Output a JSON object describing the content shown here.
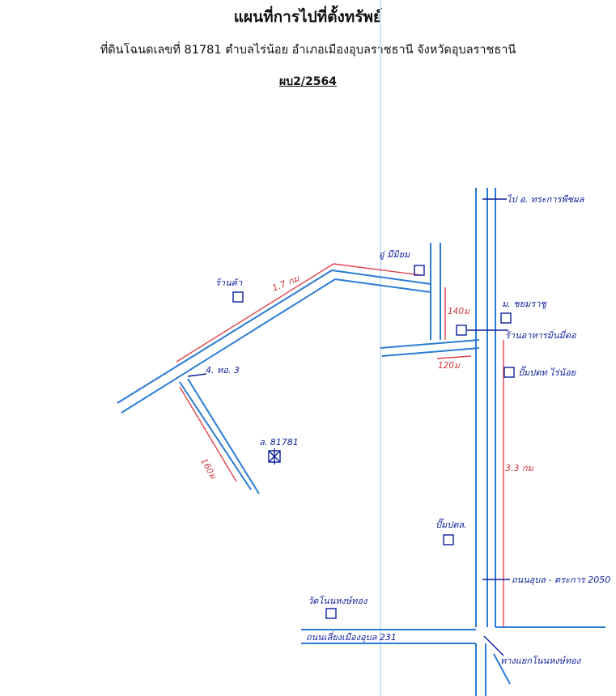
{
  "header": {
    "title": "แผนที่การไปที่ตั้งทรัพย์",
    "subtitle": "ที่ดินโฉนดเลขที่ 81781 ตำบลไร่น้อย อำเภอเมืองอุบลราชธานี จังหวัดอุบลราชธานี",
    "code": "ผบ2/2564"
  },
  "labels": {
    "mail_office": "ไป อ. ทระการพืชผล",
    "village": "อู่ มีมิยม",
    "shop_left": "ร้านค้า",
    "dist_top": "1.7 กม",
    "dist_140": "140ม",
    "dist_120": "120ม",
    "dist_160": "160ม",
    "dist_long": "3.3 กม",
    "house": "ม. ชยมราชู",
    "restaurant": "ร้านอาหารมิ่นมี่ดอ",
    "gas_station": "ปั๊มปตท ไร่น้อย",
    "junction": "4. ทอ. 3",
    "land_marker": "ล. 81781",
    "gas_small": "ปั๊มปตล.",
    "road_ubon": "ถนนอุบล - ตระการ 2050",
    "temple": "วัดโนนหงษ์ทอง",
    "road_bypass": "ถนนเลี่ยงเมืองอุบล 231",
    "intersection": "ทางแยกโนนหงษ์ทอง"
  }
}
